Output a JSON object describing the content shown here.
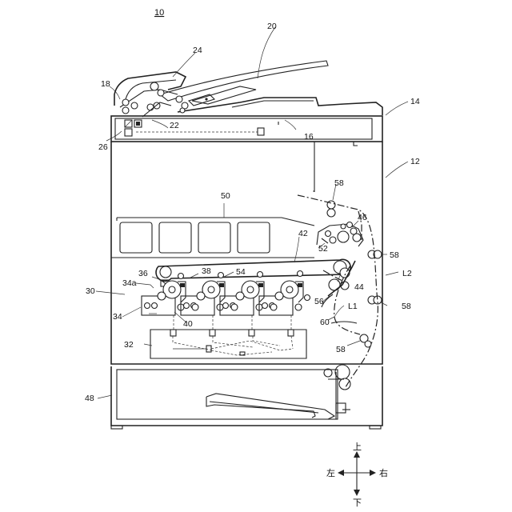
{
  "figure": {
    "title": "10",
    "refs": {
      "r12": "12",
      "r14": "14",
      "r16": "16",
      "r18": "18",
      "r20": "20",
      "r22": "22",
      "r24": "24",
      "r26": "26",
      "r30": "30",
      "r32": "32",
      "r34": "34",
      "r34a": "34a",
      "r36": "36",
      "r38": "38",
      "r40": "40",
      "r42": "42",
      "r44": "44",
      "r46": "46",
      "r48": "48",
      "r50": "50",
      "r52": "52",
      "r54": "54",
      "r56": "56",
      "r58a": "58",
      "r58b": "58",
      "r58c": "58",
      "r58d": "58",
      "r60": "60",
      "L1": "L1",
      "L2": "L2"
    }
  },
  "compass": {
    "up": "上",
    "down": "下",
    "left": "左",
    "right": "右"
  }
}
